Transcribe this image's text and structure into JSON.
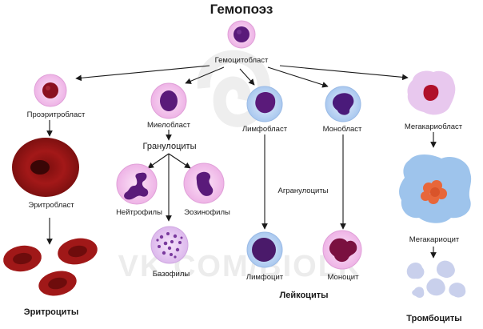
{
  "title": "Гемопоэз",
  "watermark": "VK.COM/BIOLK",
  "labels": {
    "hemocytoblast": "Гемоцитобласт",
    "proerythroblast": "Проэритробласт",
    "myeloblast": "Миелобласт",
    "lymphoblast": "Лимфобласт",
    "monoblast": "Монобласт",
    "megakaryoblast": "Мегакариобласт",
    "granulocytes": "Гранулоциты",
    "agranulocytes": "Агранулоциты",
    "erythroblast": "Эритробласт",
    "neutrophils": "Нейтрофилы",
    "eosinophils": "Эозинофилы",
    "basophils": "Базофилы",
    "lymphocyte": "Лимфоцит",
    "monocyte": "Моноцит",
    "megakaryocyte": "Мегакариоцит",
    "erythrocytes": "Эритроциты",
    "leukocytes": "Лейкоциты",
    "thrombocytes": "Тромбоциты"
  },
  "colors": {
    "arrow": "#1a1a1a",
    "rbc": "#9e1414",
    "nucleus_purple": "#5a1a7a",
    "cytoplasm_pink": "#f3c6ee",
    "cytoplasm_blue": "#b8d4f4",
    "megakaryocyte_blue": "#9fc6ec",
    "platelet": "#c9d2ec"
  }
}
